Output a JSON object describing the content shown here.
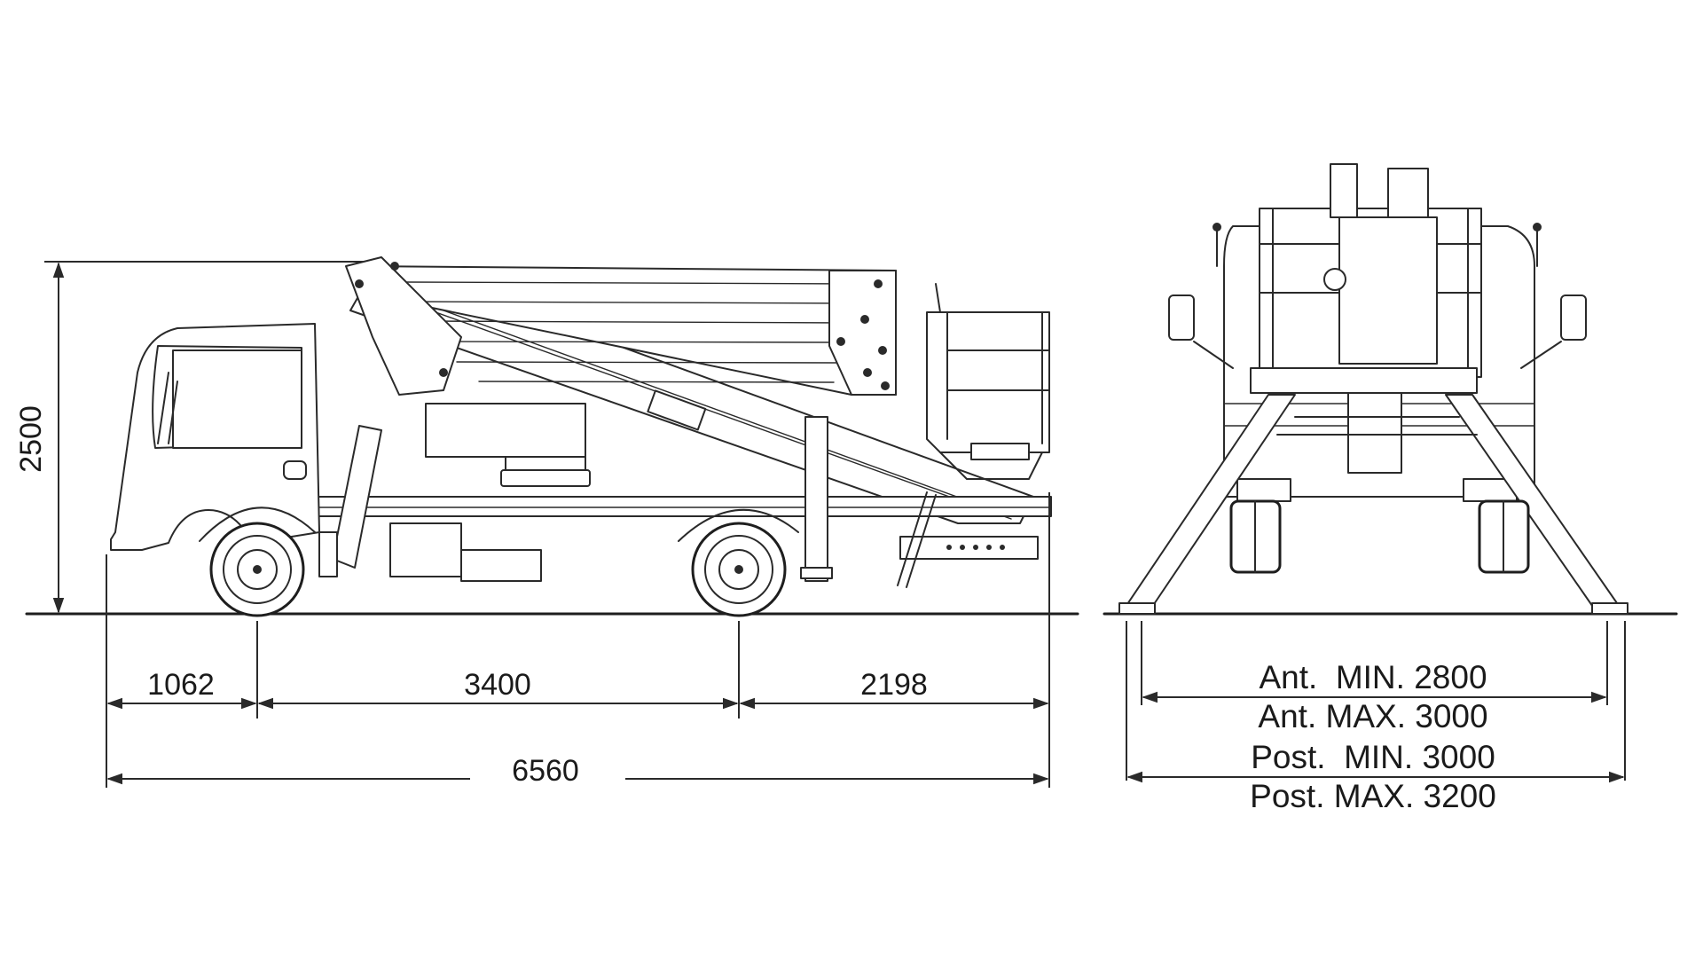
{
  "dimensions": {
    "front_overhang": "1062",
    "wheelbase": "3400",
    "rear_overhang": "2198",
    "overall_length": "6560",
    "overall_height": "2500"
  },
  "outrigger_spread": {
    "front_min": "Ant.  MIN. 2800",
    "front_max": "Ant. MAX. 3000",
    "rear_min": "Post.  MIN. 3000",
    "rear_max": "Post. MAX. 3200"
  }
}
